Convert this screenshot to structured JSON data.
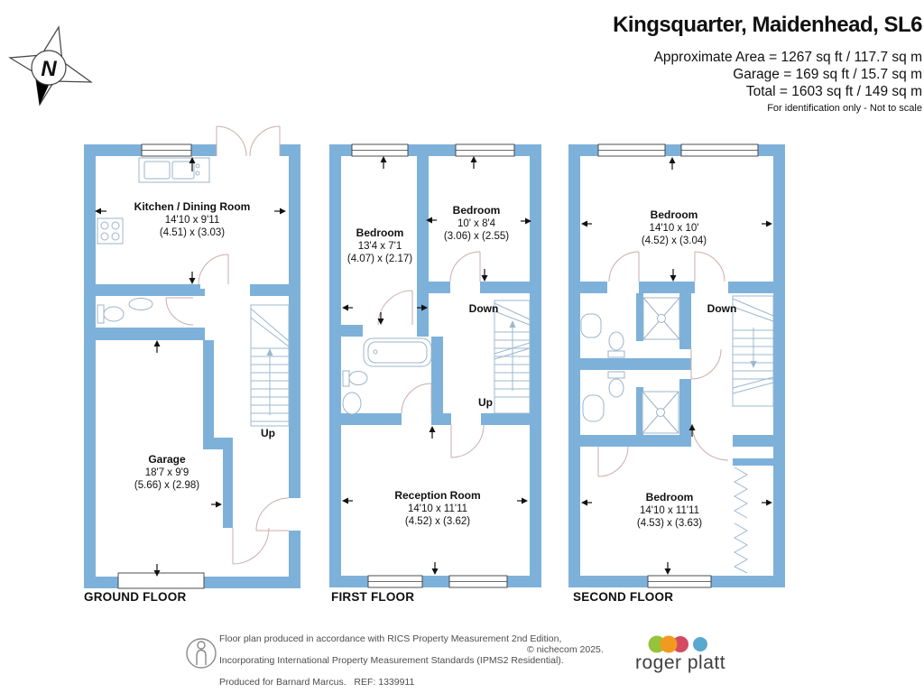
{
  "header": {
    "title": "Kingsquarter, Maidenhead, SL6",
    "area_line1": "Approximate Area = 1267 sq ft / 117.7 sq m",
    "area_line2": "Garage = 169 sq ft / 15.7 sq m",
    "area_line3": "Total = 1603 sq ft / 149 sq m",
    "disclaimer": "For identification only - Not to scale"
  },
  "compass": {
    "label": "N"
  },
  "plans": {
    "ground": {
      "caption": "GROUND FLOOR",
      "stairs_up": "Up",
      "kitchen": {
        "name": "Kitchen / Dining Room",
        "dims_ft": "14'10 x 9'11",
        "dims_m": "(4.51) x (3.03)"
      },
      "garage": {
        "name": "Garage",
        "dims_ft": "18'7 x 9'9",
        "dims_m": "(5.66) x (2.98)"
      }
    },
    "first": {
      "caption": "FIRST FLOOR",
      "stairs_down": "Down",
      "stairs_up": "Up",
      "bedroom1": {
        "name": "Bedroom",
        "dims_ft": "13'4 x 7'1",
        "dims_m": "(4.07) x (2.17)"
      },
      "bedroom2": {
        "name": "Bedroom",
        "dims_ft": "10' x 8'4",
        "dims_m": "(3.06) x (2.55)"
      },
      "reception": {
        "name": "Reception Room",
        "dims_ft": "14'10 x 11'11",
        "dims_m": "(4.52) x (3.62)"
      }
    },
    "second": {
      "caption": "SECOND FLOOR",
      "stairs_down": "Down",
      "bedroom1": {
        "name": "Bedroom",
        "dims_ft": "14'10 x 10'",
        "dims_m": "(4.52) x (3.04)"
      },
      "bedroom2": {
        "name": "Bedroom",
        "dims_ft": "14'10 x 11'11",
        "dims_m": "(4.53) x (3.63)"
      }
    }
  },
  "footer": {
    "line1": "Floor plan produced in accordance with RICS Property Measurement 2nd Edition,",
    "line2": "Incorporating International Property Measurement Standards (IPMS2 Residential).",
    "line3": "Produced for Barnard Marcus.   REF: 1339911",
    "copyright": "© nichecom 2025.",
    "brand": "roger platt"
  },
  "colors": {
    "wall": "#7db1da",
    "fixture": "#9db4c8",
    "door_arc": "#c9aeae",
    "stair": "#9cb8cf",
    "logo_green": "#97c23c",
    "logo_orange": "#f29a1f",
    "logo_red": "#d44a62",
    "logo_blue": "#58a8d0"
  }
}
